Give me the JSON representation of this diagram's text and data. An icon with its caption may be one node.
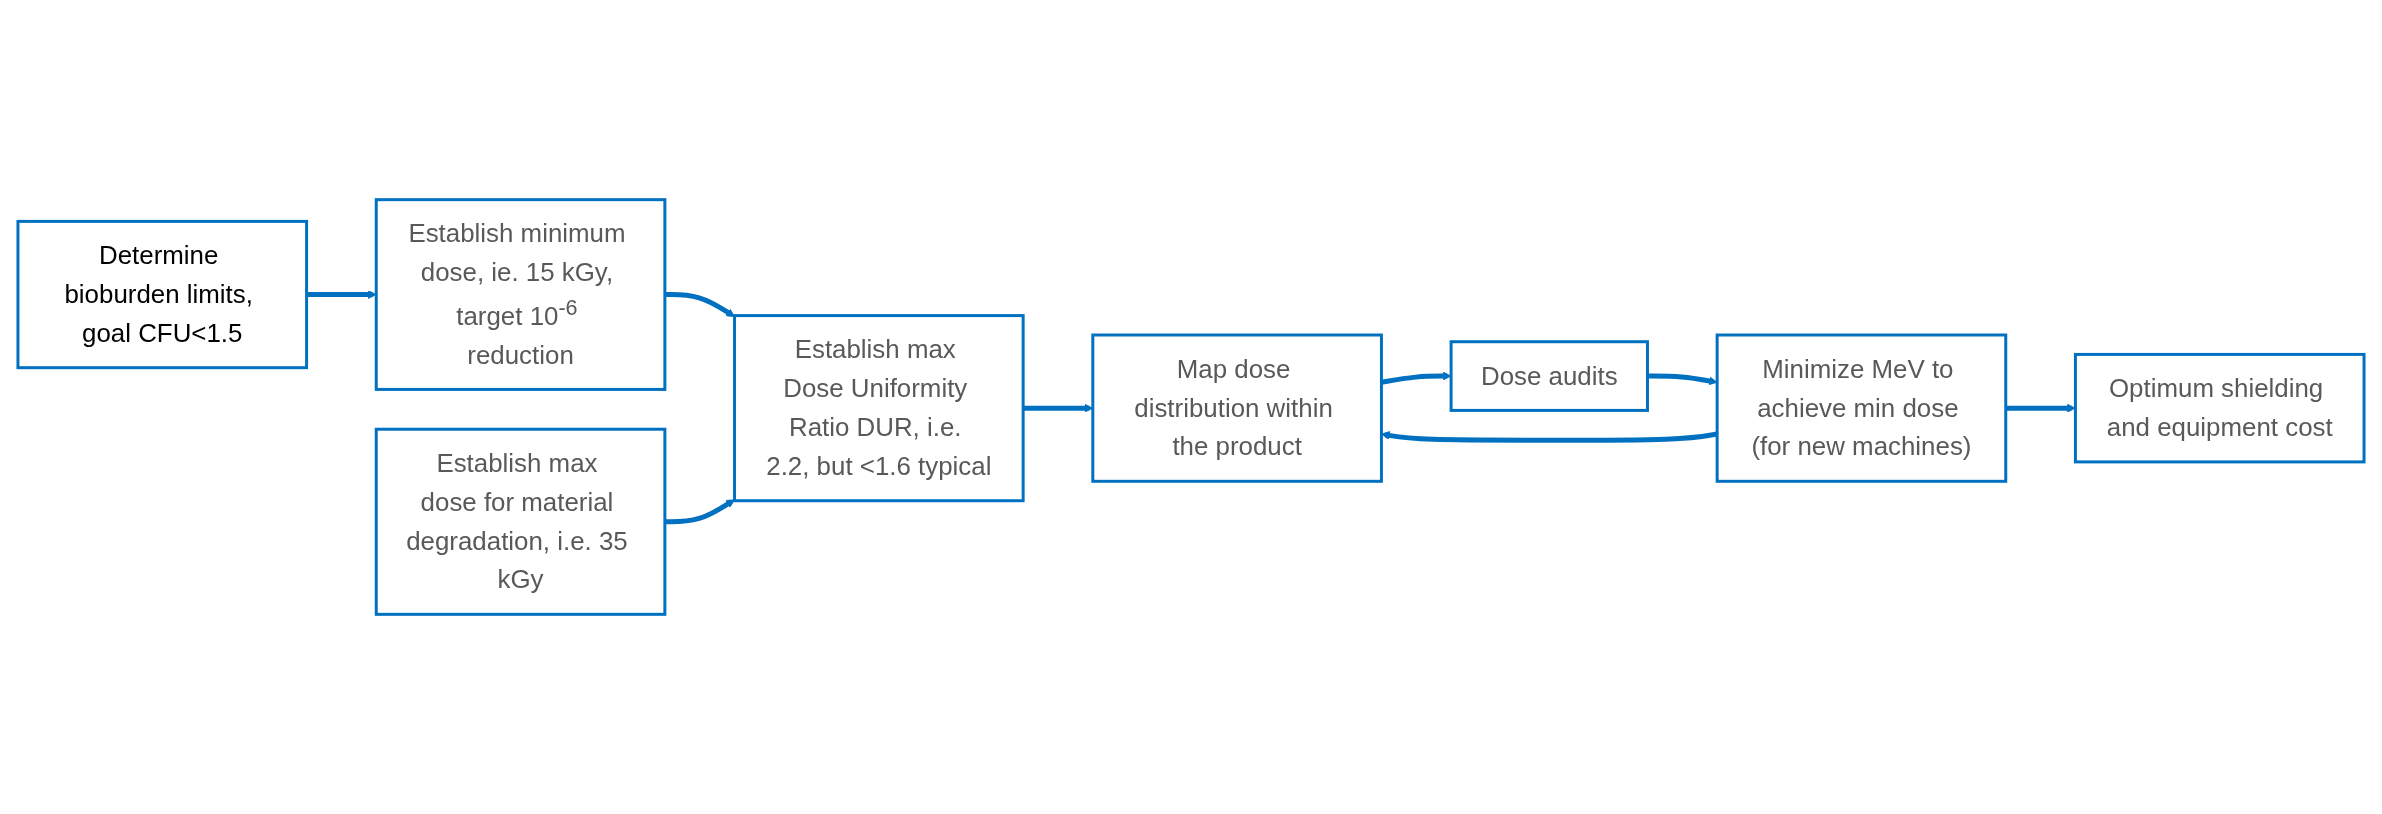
{
  "diagram": {
    "nodes": [
      {
        "text": [
          "Determine bioburden limits, goal CFU<1.5"
        ]
      },
      {
        "text": [
          "Establish minimum dose, ie. 15 kGy, target 10$^{-6}$ reduction"
        ]
      },
      {
        "text": [
          "Establish max dose for material degradation, i.e. 35 kGy"
        ]
      },
      {
        "text": [
          "Establish max Dose Uniformity Ratio DUR, i.e. 2.2, but <1.6 typical"
        ]
      },
      {
        "text": [
          "Map dose distribution within the product"
        ]
      },
      {
        "text": [
          "Dose audits"
        ]
      },
      {
        "text": [
          "Minimize MeV to achieve min dose (for new machines)"
        ]
      },
      {
        "text": [
          "Optimum shielding and equipment cost"
        ]
      }
    ],
    "edges": [
      {
        "from": 0,
        "to": 1,
        "arrow": "to"
      },
      {
        "from": 1,
        "to": 3,
        "arrow": "to"
      },
      {
        "from": 2,
        "to": 3,
        "arrow": "to"
      },
      {
        "from": 3,
        "to": 4,
        "arrow": "to"
      },
      {
        "from": 4,
        "to": 5,
        "arrow": "to"
      },
      {
        "from": 5,
        "to": 6,
        "arrow": "to"
      },
      {
        "from": 6,
        "to": 4,
        "arrow": "to"
      },
      {
        "from": 6,
        "to": 7,
        "arrow": "to"
      }
    ]
  }
}
